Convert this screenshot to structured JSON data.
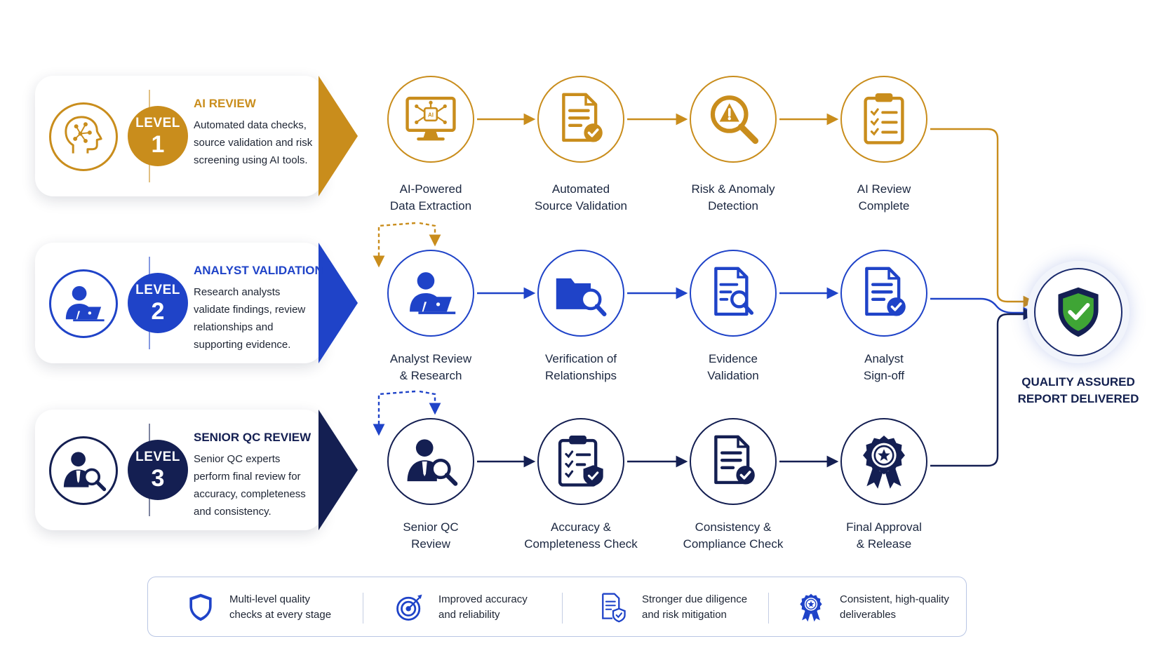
{
  "colors": {
    "gold": "#c98d1c",
    "blue": "#1f43c8",
    "navy": "#141f52",
    "green": "#3fa535"
  },
  "levels": [
    {
      "title": "AI REVIEW",
      "level_word": "LEVEL",
      "level_num": "1",
      "description": "Automated data checks, source validation and risk screening using AI tools.",
      "icon": "ai-brain-icon",
      "color": "#c98d1c"
    },
    {
      "title": "ANALYST VALIDATION",
      "level_word": "LEVEL",
      "level_num": "2",
      "description": "Research analysts validate findings, review relationships and supporting evidence.",
      "icon": "analyst-laptop-icon",
      "color": "#1f43c8"
    },
    {
      "title": "SENIOR QC REVIEW",
      "level_word": "LEVEL",
      "level_num": "3",
      "description": "Senior QC experts perform final review for accuracy, completeness and consistency.",
      "icon": "senior-expert-icon",
      "color": "#141f52"
    }
  ],
  "rows": [
    {
      "color": "#c98d1c",
      "steps": [
        {
          "line1": "AI-Powered",
          "line2": "Data Extraction",
          "icon": "ai-monitor-icon"
        },
        {
          "line1": "Automated",
          "line2": "Source Validation",
          "icon": "document-check-icon"
        },
        {
          "line1": "Risk & Anomaly",
          "line2": "Detection",
          "icon": "warning-magnifier-icon"
        },
        {
          "line1": "AI Review",
          "line2": "Complete",
          "icon": "checklist-clipboard-icon"
        }
      ]
    },
    {
      "color": "#1f43c8",
      "steps": [
        {
          "line1": "Analyst Review",
          "line2": "& Research",
          "icon": "analyst-laptop-icon"
        },
        {
          "line1": "Verification of",
          "line2": "Relationships",
          "icon": "folder-search-icon"
        },
        {
          "line1": "Evidence",
          "line2": "Validation",
          "icon": "document-search-icon"
        },
        {
          "line1": "Analyst",
          "line2": "Sign-off",
          "icon": "document-check-icon"
        }
      ]
    },
    {
      "color": "#141f52",
      "steps": [
        {
          "line1": "Senior QC",
          "line2": "Review",
          "icon": "senior-expert-icon"
        },
        {
          "line1": "Accuracy &",
          "line2": "Completeness Check",
          "icon": "clipboard-shield-icon"
        },
        {
          "line1": "Consistency &",
          "line2": "Compliance Check",
          "icon": "document-check-icon"
        },
        {
          "line1": "Final Approval",
          "line2": "& Release",
          "icon": "award-star-icon"
        }
      ]
    }
  ],
  "final": {
    "line1": "QUALITY ASSURED",
    "line2": "REPORT DELIVERED",
    "icon": "shield-check-icon"
  },
  "benefits": [
    {
      "text": "Multi-level quality\nchecks at every stage",
      "icon": "shield-check-icon"
    },
    {
      "text": "Improved accuracy\nand reliability",
      "icon": "target-icon"
    },
    {
      "text": "Stronger due diligence\nand risk mitigation",
      "icon": "document-shield-icon"
    },
    {
      "text": "Consistent, high-quality\ndeliverables",
      "icon": "award-star-icon"
    }
  ]
}
